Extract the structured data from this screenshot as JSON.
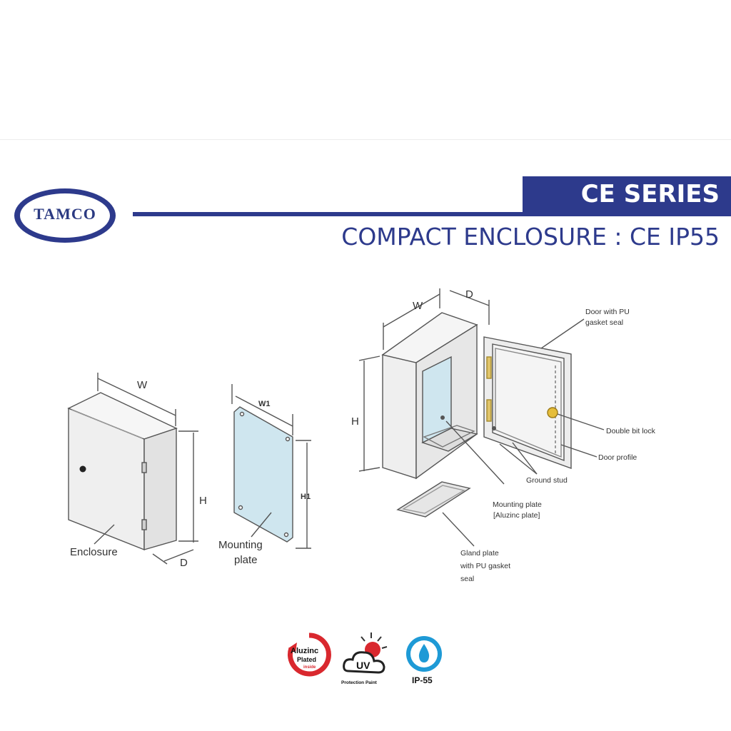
{
  "header": {
    "brand": "TAMCO",
    "series": "CE SERIES",
    "subtitle": "COMPACT ENCLOSURE : CE IP55",
    "colors": {
      "brand_blue": "#2d3a8c",
      "badge_red": "#d9282e",
      "water_blue": "#1e9ad6"
    }
  },
  "left_diagram": {
    "enclosure_label": "Enclosure",
    "width_label": "W",
    "height_label": "H",
    "depth_label": "D",
    "mounting_plate_label_line1": "Mounting",
    "mounting_plate_label_line2": "plate",
    "plate_width_label": "W1",
    "plate_height_label": "H1"
  },
  "right_diagram": {
    "width_label": "W",
    "depth_label": "D",
    "height_label": "H",
    "callouts": {
      "door_line1": "Door with PU",
      "door_line2": "gasket seal",
      "lock": "Double bit lock",
      "profile": "Door profile",
      "ground": "Ground stud",
      "plate_line1": "Mounting plate",
      "plate_line2": "[Aluzinc plate]",
      "gland_line1": "Gland plate",
      "gland_line2": "with PU gasket",
      "gland_line3": "seal"
    }
  },
  "badges": {
    "aluzinc_line1": "Aluzinc",
    "aluzinc_line2": "Plated",
    "aluzinc_line3": "inside",
    "uv": "UV",
    "uv_caption": "Protection Paint",
    "ip": "IP-55"
  }
}
